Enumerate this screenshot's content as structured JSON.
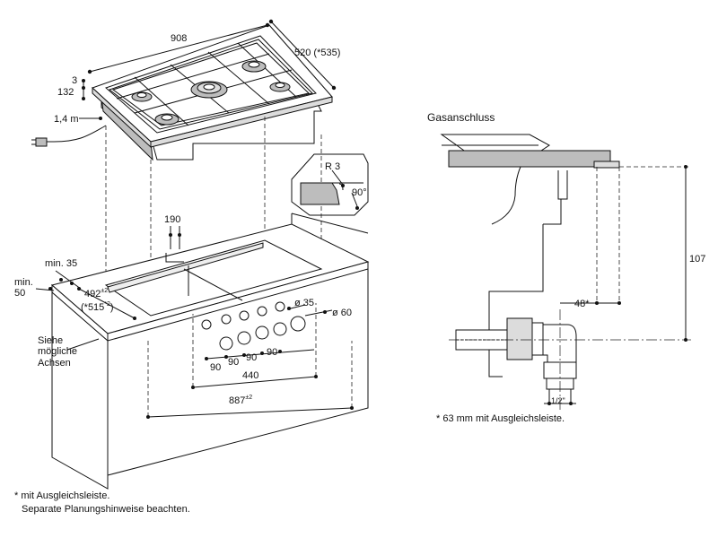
{
  "hob_dims": {
    "width": "908",
    "depth": "520 (*535)",
    "thickness_top": "3",
    "height": "132",
    "cable": "1,4 m"
  },
  "detail_dims": {
    "radius": "R 3",
    "angle": "90°"
  },
  "cabinet_dims": {
    "dim_190": "190",
    "min35": "min. 35",
    "min50_line1": "min.",
    "min50_line2": "50",
    "depth_main": "492",
    "depth_main_tol": "±2",
    "depth_alt": "(*515",
    "depth_alt_tol": "*2",
    "depth_alt_close": ")",
    "knob_d35": "ø 35",
    "knob_d60": "ø 60",
    "knob_gap_1": "90",
    "knob_gap_2": "90",
    "knob_gap_3": "90",
    "knob_gap_4": "90",
    "knob_span": "440",
    "cutout_width": "887",
    "cutout_width_tol": "±2",
    "axes_line1": "Siehe",
    "axes_line2": "mögliche",
    "axes_line3": "Achsen"
  },
  "gas": {
    "title": "Gasanschluss",
    "dim_107": "107",
    "dim_48": "48*",
    "thread": "1/2\"",
    "footnote": "* 63 mm mit Ausgleichsleiste."
  },
  "notes": {
    "line1": "* mit Ausgleichsleiste.",
    "line2": "Separate Planungshinweise beachten."
  }
}
